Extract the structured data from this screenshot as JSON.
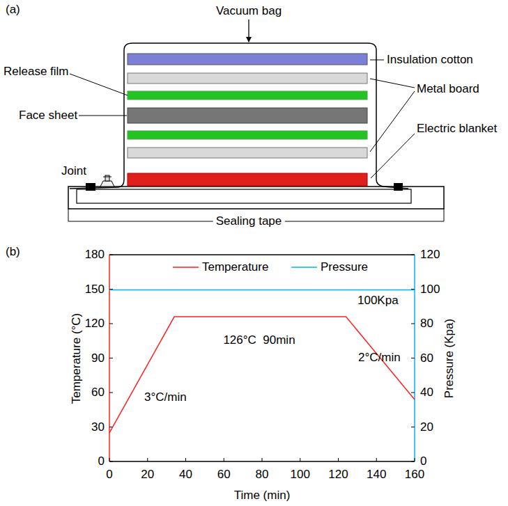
{
  "diagram": {
    "labels": [
      "(a)",
      "Vacuum bag",
      "Insulation cotton",
      "Release film",
      "Face sheet",
      "Metal board",
      "Electric blanket",
      "Joint",
      "Sealing tape",
      "(b)",
      "0",
      "30",
      "60",
      "90",
      "120",
      "150",
      "180",
      "0",
      "20",
      "40",
      "60",
      "80",
      "100",
      "120",
      "0",
      "20",
      "40",
      "60",
      "80",
      "100",
      "120",
      "140",
      "160",
      "100Kpa",
      "126°C  90min",
      "3°C/min",
      "2°C/min",
      "Temperature (°C)",
      "Pressure (Kpa)",
      "Time (min)"
    ],
    "legend": [
      {
        "text": "Temperature"
      },
      {
        "text": "Pressure"
      }
    ]
  }
}
